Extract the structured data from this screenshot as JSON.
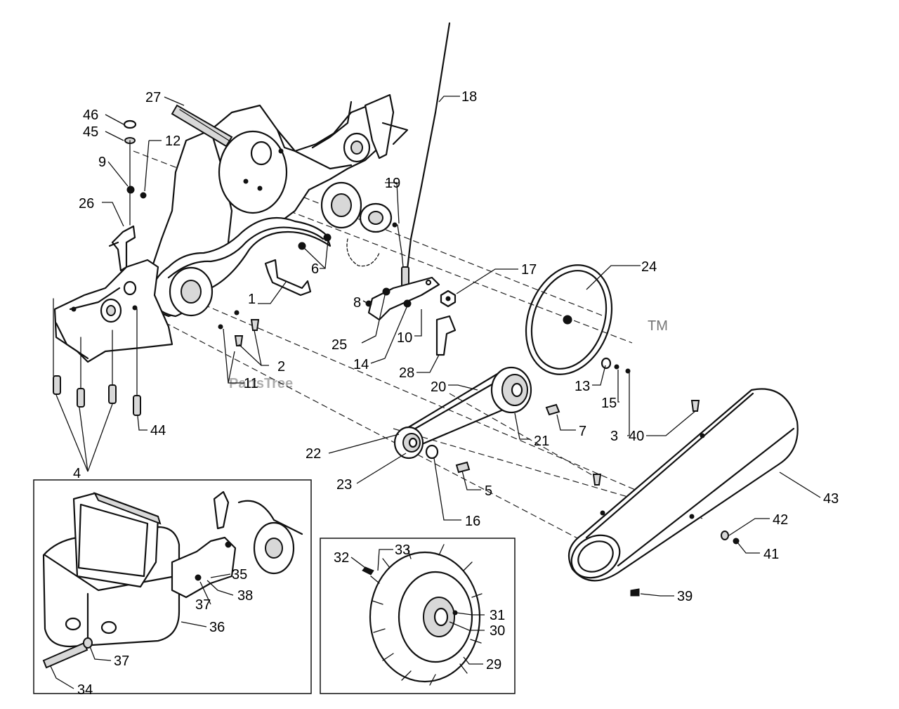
{
  "watermark": {
    "brand": "PartsTree",
    "trademark": "TM"
  },
  "callouts": [
    {
      "id": "c1",
      "label": "1"
    },
    {
      "id": "c2",
      "label": "2"
    },
    {
      "id": "c3",
      "label": "3"
    },
    {
      "id": "c4",
      "label": "4"
    },
    {
      "id": "c5",
      "label": "5"
    },
    {
      "id": "c6",
      "label": "6"
    },
    {
      "id": "c7",
      "label": "7"
    },
    {
      "id": "c8",
      "label": "8"
    },
    {
      "id": "c9",
      "label": "9"
    },
    {
      "id": "c10",
      "label": "10"
    },
    {
      "id": "c11",
      "label": "11"
    },
    {
      "id": "c12",
      "label": "12"
    },
    {
      "id": "c13",
      "label": "13"
    },
    {
      "id": "c14",
      "label": "14"
    },
    {
      "id": "c15",
      "label": "15"
    },
    {
      "id": "c16",
      "label": "16"
    },
    {
      "id": "c17",
      "label": "17"
    },
    {
      "id": "c18",
      "label": "18"
    },
    {
      "id": "c19",
      "label": "19"
    },
    {
      "id": "c20",
      "label": "20"
    },
    {
      "id": "c21",
      "label": "21"
    },
    {
      "id": "c22",
      "label": "22"
    },
    {
      "id": "c23",
      "label": "23"
    },
    {
      "id": "c24",
      "label": "24"
    },
    {
      "id": "c25",
      "label": "25"
    },
    {
      "id": "c26",
      "label": "26"
    },
    {
      "id": "c27",
      "label": "27"
    },
    {
      "id": "c28",
      "label": "28"
    },
    {
      "id": "c29",
      "label": "29"
    },
    {
      "id": "c30",
      "label": "30"
    },
    {
      "id": "c31",
      "label": "31"
    },
    {
      "id": "c32",
      "label": "32"
    },
    {
      "id": "c33",
      "label": "33"
    },
    {
      "id": "c34",
      "label": "34"
    },
    {
      "id": "c35",
      "label": "35"
    },
    {
      "id": "c36",
      "label": "36"
    },
    {
      "id": "c37a",
      "label": "37"
    },
    {
      "id": "c37b",
      "label": "37"
    },
    {
      "id": "c38",
      "label": "38"
    },
    {
      "id": "c39",
      "label": "39"
    },
    {
      "id": "c40",
      "label": "40"
    },
    {
      "id": "c41",
      "label": "41"
    },
    {
      "id": "c42",
      "label": "42"
    },
    {
      "id": "c43",
      "label": "43"
    },
    {
      "id": "c44",
      "label": "44"
    },
    {
      "id": "c45",
      "label": "45"
    },
    {
      "id": "c46",
      "label": "46"
    }
  ]
}
